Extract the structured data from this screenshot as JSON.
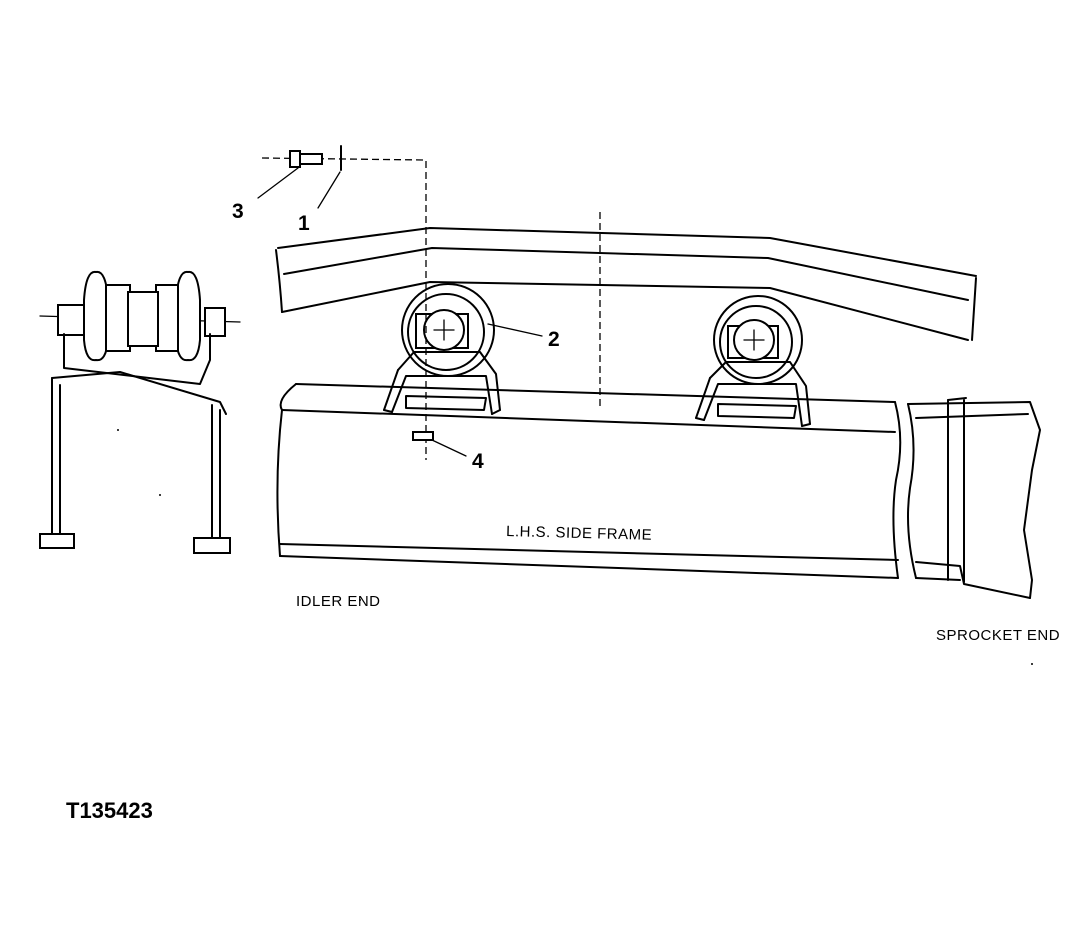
{
  "callouts": {
    "c1": "1",
    "c2": "2",
    "c3": "3",
    "c4": "4"
  },
  "labels": {
    "frame": "L.H.S. SIDE FRAME",
    "idler_end": "IDLER END",
    "sprocket_end": "SPROCKET END"
  },
  "figure_id": "T135423"
}
